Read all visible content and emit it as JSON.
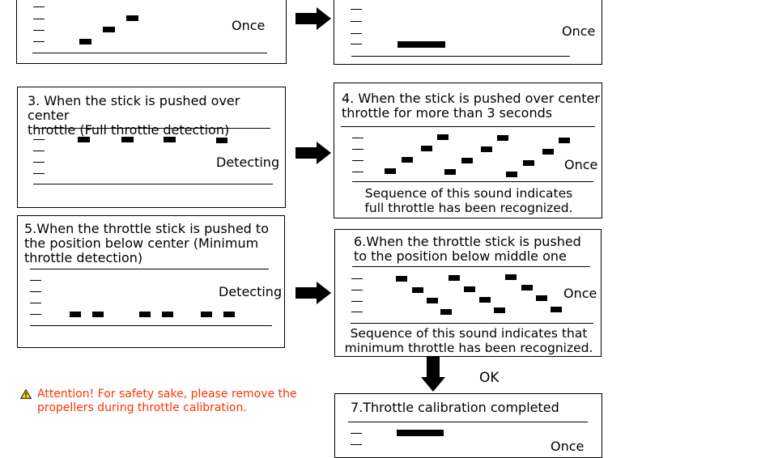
{
  "panels": {
    "p1": {
      "title": "",
      "status": "Once"
    },
    "p2": {
      "title": "",
      "status": "Once"
    },
    "p3": {
      "title": "3. When the stick is pushed over center\nthrottle  (Full throttle detection)",
      "status": "Detecting"
    },
    "p4": {
      "title": "4. When the stick is pushed over center\nthrottle for more than 3 seconds",
      "status": "Once",
      "caption": "Sequence of this sound indicates\nfull throttle has been recognized."
    },
    "p5": {
      "title": "5.When the throttle stick is pushed to\nthe position below center (Minimum\nthrottle detection)",
      "status": "Detecting"
    },
    "p6": {
      "title": "6.When the throttle stick is pushed\nto the position below middle one",
      "status": "Once",
      "caption": "Sequence of this sound indicates that\nminimum throttle has been recognized."
    },
    "p7": {
      "title": "7.Throttle calibration completed",
      "status": "Once"
    }
  },
  "ok_label": "OK",
  "attention": {
    "icon": "warning-triangle-icon",
    "text": "Attention! For safety sake, please remove the propellers during throttle calibration.",
    "color": "#ff3300"
  }
}
